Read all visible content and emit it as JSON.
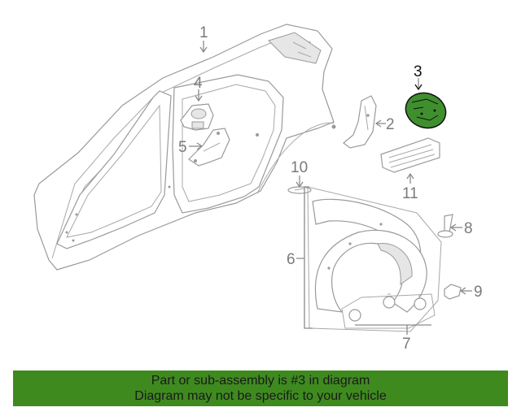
{
  "callouts": {
    "c1": "1",
    "c2": "2",
    "c3": "3",
    "c4": "4",
    "c5": "5",
    "c6": "6",
    "c7": "7",
    "c8": "8",
    "c9": "9",
    "c10": "10",
    "c11": "11"
  },
  "highlighted_part": "3",
  "colors": {
    "highlight_fill": "#3f8f2f",
    "banner_bg": "#3e8a1f",
    "line": "#8a8a8a"
  },
  "banner": {
    "line1": "Part or sub-assembly is #3 in diagram",
    "line2": "Diagram may not be specific to your vehicle"
  }
}
